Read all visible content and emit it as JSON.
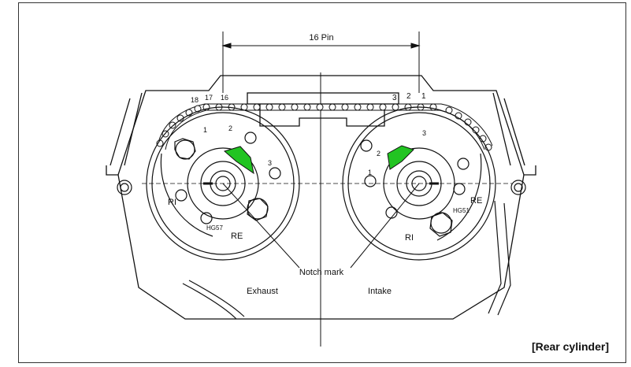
{
  "diagram": {
    "dimension_label": "16 Pin",
    "notch_label": "Notch mark",
    "exhaust_label": "Exhaust",
    "intake_label": "Intake",
    "caption": "[Rear cylinder]",
    "exhaust_sprocket": {
      "marks": [
        "RI",
        "RE",
        "HG57",
        "2",
        "1",
        "3"
      ]
    },
    "intake_sprocket": {
      "marks": [
        "RI",
        "RE",
        "HG51",
        "3",
        "2",
        "1"
      ]
    },
    "pin_numbers": [
      "18",
      "17",
      "16",
      "3",
      "2",
      "1"
    ],
    "highlight_color": "#22c422"
  }
}
